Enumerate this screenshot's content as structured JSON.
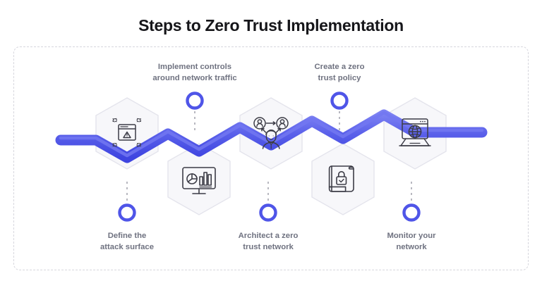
{
  "page": {
    "title": "Steps to Zero Trust Implementation",
    "background_color": "#ffffff",
    "frame_border_color": "#d6d6dd"
  },
  "theme": {
    "band_blue": "#4f55e8",
    "band_blue_light": "#6f74f0",
    "ring_blue": "#4f55e8",
    "hex_fill": "#f7f7fa",
    "hex_stroke": "#e3e3ea",
    "icon_stroke": "#3c3c46",
    "label_color": "#6f7280",
    "title_color": "#16161a",
    "connector_color": "#9a9aa6"
  },
  "steps": [
    {
      "index": 1,
      "label_line1": "Define the",
      "label_line2": "attack surface",
      "label_position": "bottom",
      "icon_name": "browser-warning-bugs-icon",
      "hex_row": "top"
    },
    {
      "index": 2,
      "label_line1": "Implement controls",
      "label_line2": "around network traffic",
      "label_position": "top",
      "icon_name": "monitor-analytics-icon",
      "hex_row": "bottom"
    },
    {
      "index": 3,
      "label_line1": "Architect a zero",
      "label_line2": "trust network",
      "label_position": "bottom",
      "icon_name": "user-network-icon",
      "hex_row": "top"
    },
    {
      "index": 4,
      "label_line1": "Create a zero",
      "label_line2": "trust policy",
      "label_position": "top",
      "icon_name": "scroll-lock-policy-icon",
      "hex_row": "bottom"
    },
    {
      "index": 5,
      "label_line1": "Monitor your",
      "label_line2": "network",
      "label_position": "bottom",
      "icon_name": "laptop-globe-icon",
      "hex_row": "top"
    }
  ]
}
